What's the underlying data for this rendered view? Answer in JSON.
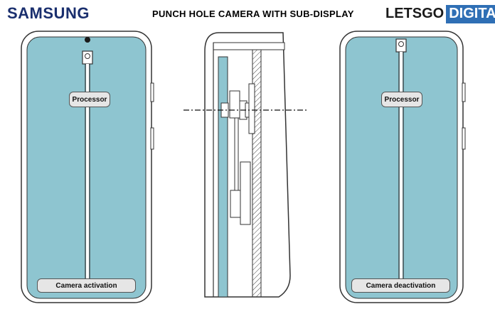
{
  "header": {
    "brand": "SAMSUNG",
    "title": "PUNCH HOLE CAMERA WITH SUB-DISPLAY",
    "logo_part1": "LETSGO",
    "logo_part2": "DIGITAL"
  },
  "left_phone": {
    "processor_label": "Processor",
    "status_label": "Camera activation"
  },
  "right_phone": {
    "processor_label": "Processor",
    "status_label": "Camera deactivation"
  },
  "colors": {
    "screen": "#8ec5d0",
    "cross_section_fill": "#8ec5d0",
    "brand_text": "#1a2f6e",
    "logo_accent": "#2f6fb5",
    "outline": "#333333"
  },
  "icons": {
    "camera": "punch-hole-camera-icon"
  }
}
